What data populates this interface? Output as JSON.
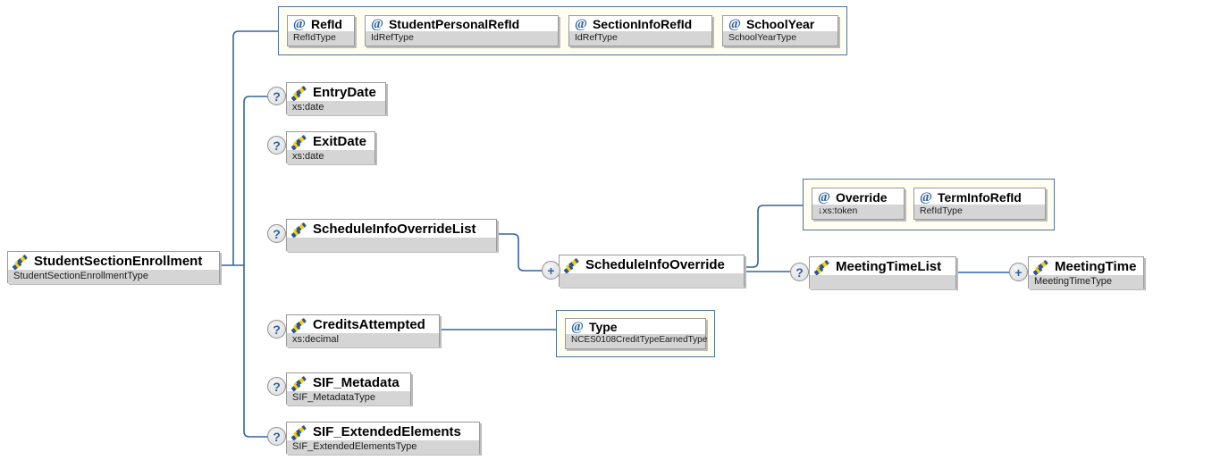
{
  "glyphs": {
    "attribute": "@",
    "optional": "?",
    "repeat": "+"
  },
  "colors": {
    "connector": "#336699",
    "container_border": "#48759E",
    "container_bg": "#FFFEF0",
    "type_strip": "#D5D5D5",
    "accent_blue": "#2C5F9E",
    "icon_yellow": "#F6D000",
    "icon_blue": "#28549C"
  },
  "root": {
    "name": "StudentSectionEnrollment",
    "type": "StudentSectionEnrollmentType"
  },
  "attr_groups": {
    "root_attrs": {
      "items": [
        {
          "name": "RefId",
          "type": "RefIdType"
        },
        {
          "name": "StudentPersonalRefId",
          "type": "IdRefType"
        },
        {
          "name": "SectionInfoRefId",
          "type": "IdRefType"
        },
        {
          "name": "SchoolYear",
          "type": "SchoolYearType"
        }
      ]
    },
    "override_attrs": {
      "items": [
        {
          "name": "Override",
          "type": "↓xs:token"
        },
        {
          "name": "TermInfoRefId",
          "type": "RefIdType"
        }
      ]
    },
    "credits_attrs": {
      "items": [
        {
          "name": "Type",
          "type": "NCES0108CreditTypeEarnedType"
        }
      ]
    }
  },
  "elements": {
    "entry_date": {
      "name": "EntryDate",
      "type": "xs:date",
      "occurrence": "?"
    },
    "exit_date": {
      "name": "ExitDate",
      "type": "xs:date",
      "occurrence": "?"
    },
    "schedule_info_override_list": {
      "name": "ScheduleInfoOverrideList",
      "type": "",
      "occurrence": "?"
    },
    "schedule_info_override": {
      "name": "ScheduleInfoOverride",
      "type": "",
      "occurrence": "+"
    },
    "meeting_time_list": {
      "name": "MeetingTimeList",
      "type": "",
      "occurrence": "?"
    },
    "meeting_time": {
      "name": "MeetingTime",
      "type": "MeetingTimeType",
      "occurrence": "+"
    },
    "credits_attempted": {
      "name": "CreditsAttempted",
      "type": "xs:decimal",
      "occurrence": "?"
    },
    "sif_metadata": {
      "name": "SIF_Metadata",
      "type": "SIF_MetadataType",
      "occurrence": "?"
    },
    "sif_extended_elements": {
      "name": "SIF_ExtendedElements",
      "type": "SIF_ExtendedElementsType",
      "occurrence": "?"
    }
  }
}
